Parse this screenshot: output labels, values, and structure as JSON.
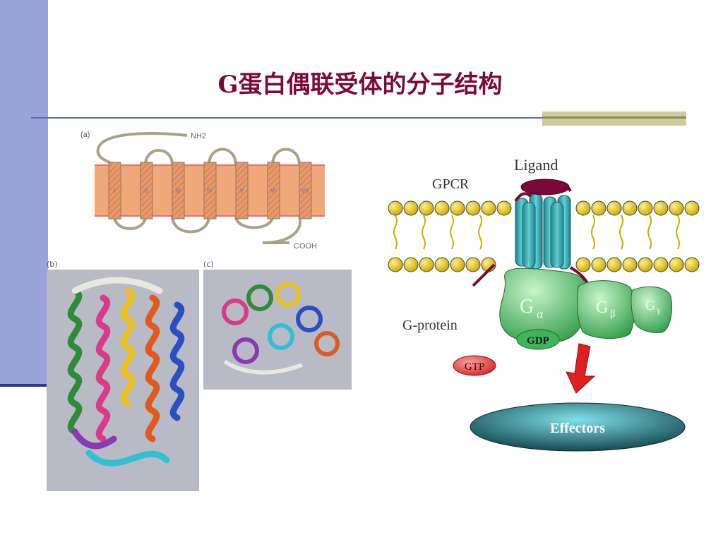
{
  "slide": {
    "title": "G蛋白偶联受体的分子结构"
  },
  "panel_a": {
    "label": "(a)",
    "n_terminus": "NH2",
    "c_terminus": "COOH",
    "helices": [
      "I",
      "II",
      "III",
      "IV",
      "V",
      "VI",
      "VII"
    ]
  },
  "panel_b": {
    "label": "(b)"
  },
  "panel_c": {
    "label": "(c)"
  },
  "pathway": {
    "ligand": "Ligand",
    "gpcr": "GPCR",
    "g_protein": "G-protein",
    "g_alpha": "α",
    "g_beta": "β",
    "g_gamma": "γ",
    "g_letter": "G",
    "gdp": "GDP",
    "gtp": "GTP",
    "effectors": "Effectors"
  },
  "colors": {
    "sidebar": "#99A3D7",
    "title": "#7A0A38",
    "membrane": "#F0A878",
    "receptor": "#2FA8A8",
    "g_protein": "#3FB45A",
    "arrow": "#E02020",
    "effectors": "#0E3E48"
  }
}
